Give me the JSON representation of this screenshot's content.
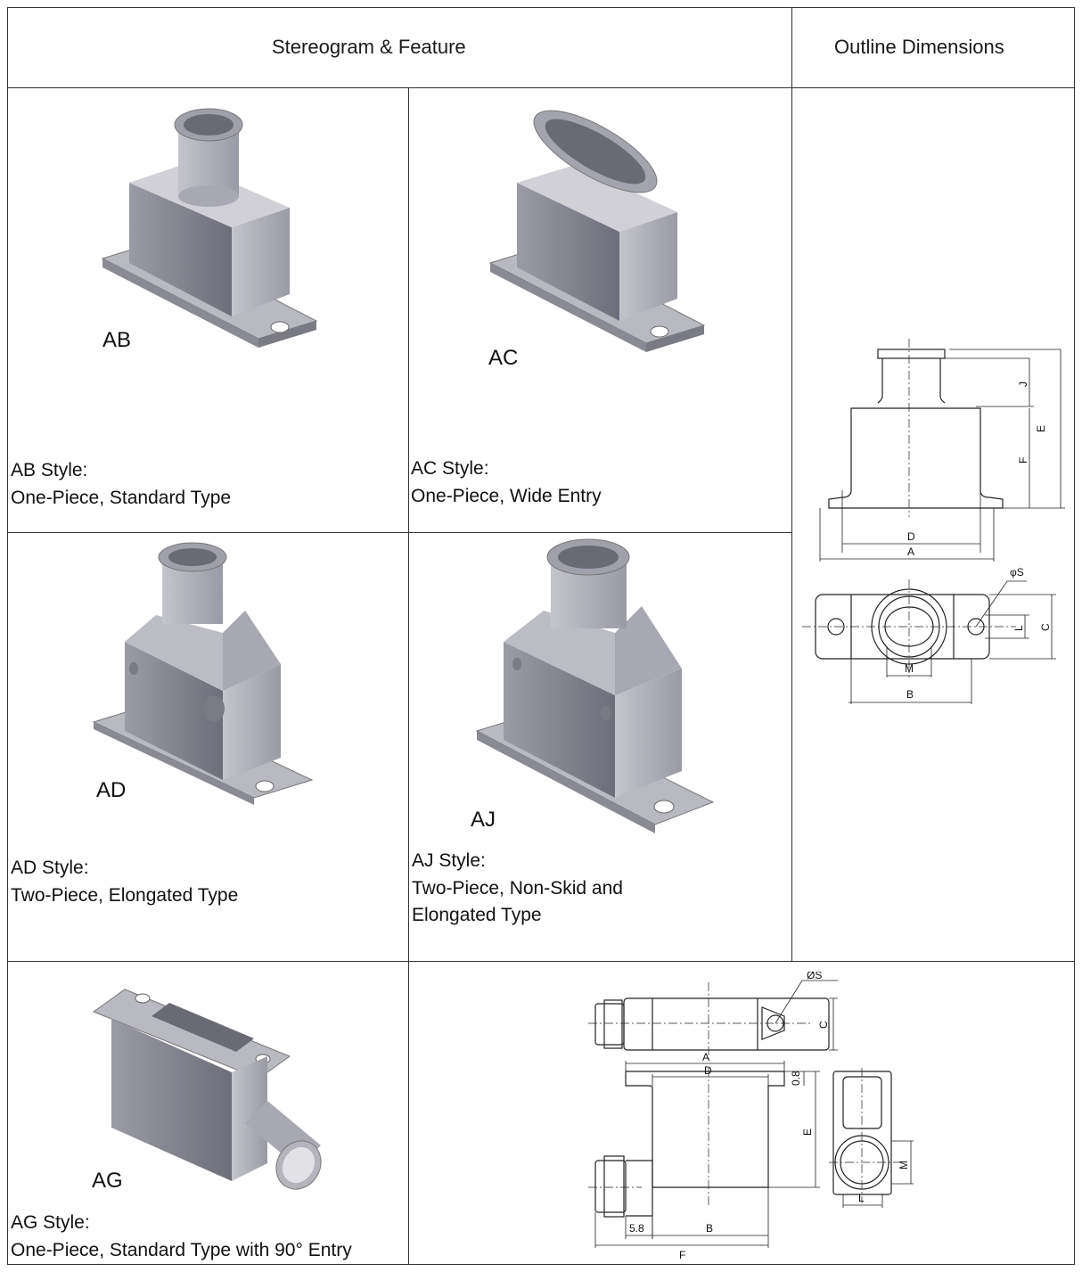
{
  "header": {
    "left": "Stereogram & Feature",
    "right": "Outline Dimensions"
  },
  "styles": [
    {
      "code": "AB",
      "name": "AB Style:",
      "desc": "One-Piece, Standard Type"
    },
    {
      "code": "AC",
      "name": "AC Style:",
      "desc": "One-Piece, Wide Entry"
    },
    {
      "code": "AD",
      "name": "AD Style:",
      "desc": "Two-Piece, Elongated Type"
    },
    {
      "code": "AJ",
      "name": "AJ Style:",
      "desc1": "Two-Piece, Non-Skid and",
      "desc2": "Elongated Type"
    },
    {
      "code": "AG",
      "name": "AG Style:",
      "desc": "One-Piece, Standard Type with 90° Entry"
    }
  ],
  "dim_top": {
    "labels": {
      "A": "A",
      "B": "B",
      "C": "C",
      "D": "D",
      "E": "E",
      "F": "F",
      "J": "J",
      "L": "L",
      "M": "M",
      "S": "φS"
    }
  },
  "dim_bottom": {
    "labels": {
      "A": "A",
      "B": "B",
      "C": "C",
      "D": "D",
      "E": "E",
      "F": "F",
      "L": "L",
      "M": "M",
      "S": "ØS",
      "v08": "0.8",
      "v58": "5.8"
    }
  }
}
